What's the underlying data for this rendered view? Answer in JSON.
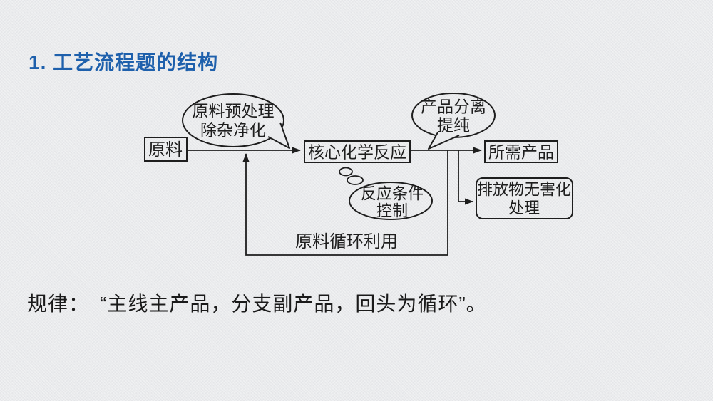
{
  "slide": {
    "title": "1. 工艺流程题的结构",
    "rule_text": "规律：　“主线主产品，分支副产品，回头为循环”。",
    "colors": {
      "background": "#eaebed",
      "title_blue": "#1e60ac",
      "ink": "#1e1e1e"
    }
  },
  "flowchart": {
    "nodes": {
      "raw_material": "原料",
      "core_reaction": "核心化学反应",
      "desired_product": "所需产品",
      "emission_line1": "排放物无害化",
      "emission_line2": "处理"
    },
    "callouts": {
      "pretreatment_line1": "原料预处理",
      "pretreatment_line2": "除杂净化",
      "separation_line1": "产品分离",
      "separation_line2": "提纯",
      "condition_line1": "反应条件",
      "condition_line2": "控制"
    },
    "labels": {
      "recycle": "原料循环利用"
    }
  }
}
